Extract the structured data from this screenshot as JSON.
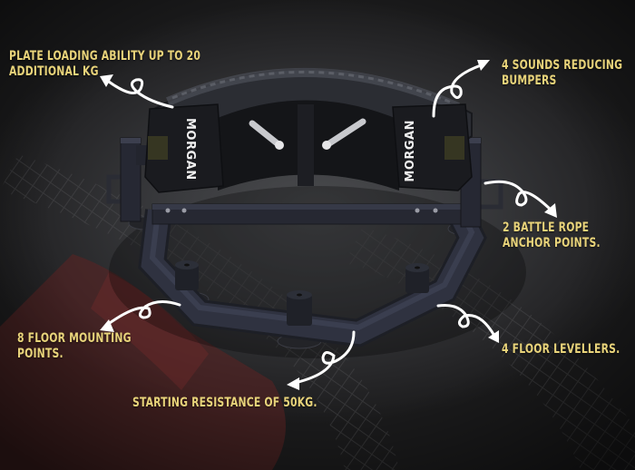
{
  "product": {
    "brand_logo": "MORGAN",
    "description": "Tyre resistance station with octagonal base frame"
  },
  "callouts": {
    "plate_loading": {
      "line1": "PLATE LOADING ABILITY UP TO 20",
      "line2": "ADDITIONAL KG"
    },
    "bumpers": {
      "line1": "4 SOUNDS REDUCING",
      "line2": "BUMPERS"
    },
    "battle_rope": {
      "line1": "2 BATTLE ROPE",
      "line2": "ANCHOR POINTS."
    },
    "floor_mounting": {
      "line1": "8 FLOOR MOUNTING",
      "line2": "POINTS."
    },
    "floor_levellers": {
      "line1": "4 FLOOR LEVELLERS."
    },
    "starting_resistance": {
      "line1": "STARTING RESISTANCE OF 50KG."
    }
  },
  "colors": {
    "callout_text": "#e8d37a",
    "arrow": "#ffffff",
    "background": "#2e2f31",
    "accent_red": "#6b2424",
    "frame_steel": "#2f3240"
  }
}
